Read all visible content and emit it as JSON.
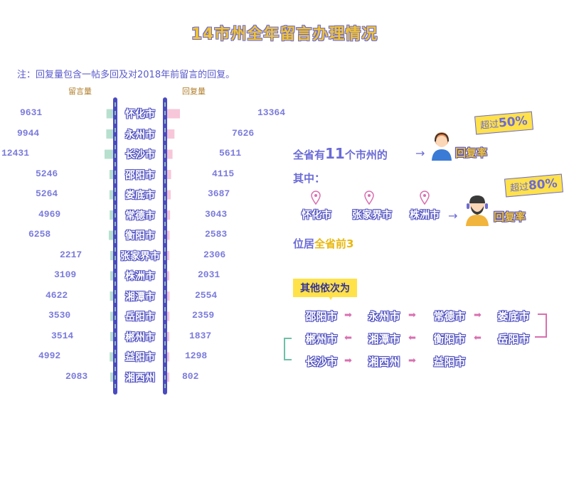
{
  "title": "14市州全年留言办理情况",
  "note": "注：回复量包含一帖多回及对2018年前留言的回复。",
  "chart_data": {
    "type": "bar",
    "title": "14市州全年留言办理情况",
    "categories": [
      "怀化市",
      "永州市",
      "长沙市",
      "邵阳市",
      "娄底市",
      "常德市",
      "衡阳市",
      "张家界市",
      "株洲市",
      "湘潭市",
      "岳阳市",
      "郴州市",
      "益阳市",
      "湘西州"
    ],
    "series": [
      {
        "name": "留言量",
        "values": [
          9631,
          9944,
          12431,
          5246,
          5264,
          4969,
          6258,
          2217,
          3109,
          4622,
          3530,
          3514,
          4992,
          2083
        ]
      },
      {
        "name": "回复量",
        "values": [
          13364,
          7626,
          5611,
          4115,
          3687,
          3043,
          2583,
          2306,
          2031,
          2554,
          2359,
          1837,
          1298,
          802
        ]
      }
    ]
  },
  "colors": {
    "left_bar": "#b8e0cf",
    "right_bar": "#f7c6d9",
    "axis": "#4a4ac0",
    "accent": "#ffe14a"
  },
  "right_panel": {
    "line1_pre": "全省有",
    "line1_num": "11",
    "line1_post": "个市州的",
    "line1_suffix": "回复率",
    "badge1_pre": "超过",
    "badge1_val": "50%",
    "among": "其中：",
    "highlight_cities": [
      "怀化市",
      "张家界市",
      "株洲市"
    ],
    "line2_suffix": "回复率",
    "badge2_pre": "超过",
    "badge2_val": "80%",
    "rank_pre": "位居",
    "rank_gold": "全省前",
    "rank_num": "3",
    "others_tag": "其他依次为",
    "seq_row1": [
      "邵阳市",
      "永州市",
      "常德市",
      "娄底市"
    ],
    "seq_row2": [
      "郴州市",
      "湘潭市",
      "衡阳市",
      "岳阳市"
    ],
    "seq_row3": [
      "长沙市",
      "湘西州",
      "益阳市"
    ]
  },
  "icons": {
    "avatar1": "operator-avatar-icon",
    "avatar2": "bearded-avatar-icon",
    "pin": "location-pin-icon"
  }
}
